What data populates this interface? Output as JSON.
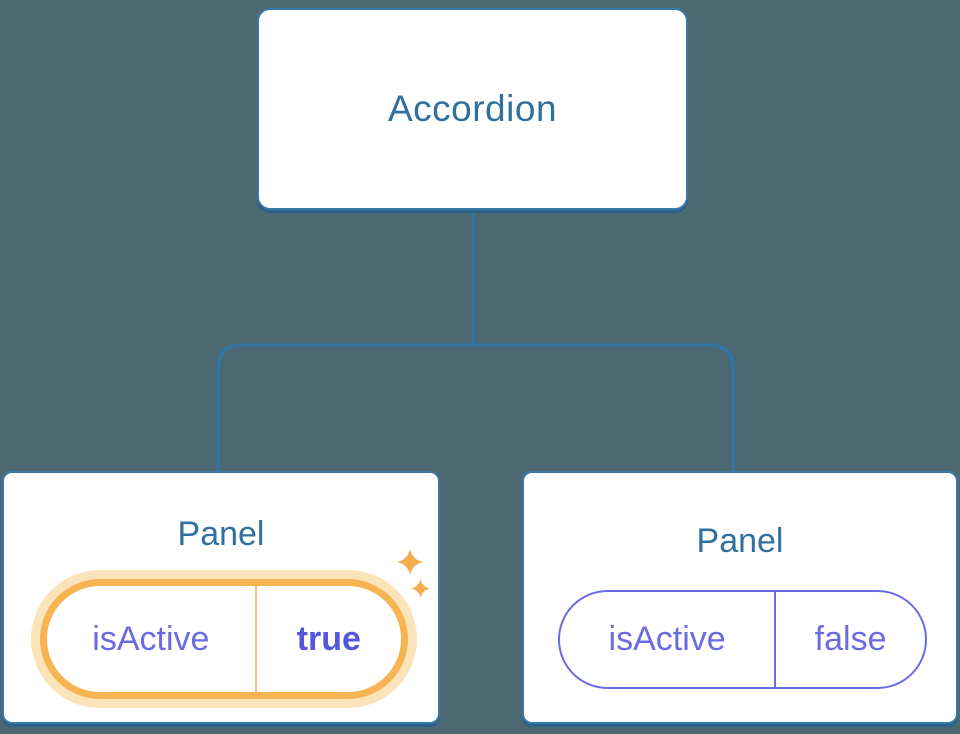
{
  "colors": {
    "background": "#4C6973",
    "box_border": "#3878A9",
    "box_shadow": "#2B6089",
    "connector_line": "#2E76A8",
    "label_blue": "#30709F",
    "state_purple": "#6A6BE2",
    "state_purple_bold": "#5556DC",
    "highlight_orange": "#F7B452",
    "highlight_glow": "#FCE4BA",
    "sparkle_orange": "#F5AD4F"
  },
  "tree": {
    "root": {
      "label": "Accordion"
    },
    "children": [
      {
        "title": "Panel",
        "state": {
          "key": "isActive",
          "value": "true"
        },
        "highlighted": true
      },
      {
        "title": "Panel",
        "state": {
          "key": "isActive",
          "value": "false"
        },
        "highlighted": false
      }
    ]
  },
  "icons": {
    "sparkle_large": "sparkle-icon",
    "sparkle_small": "sparkle-icon"
  }
}
